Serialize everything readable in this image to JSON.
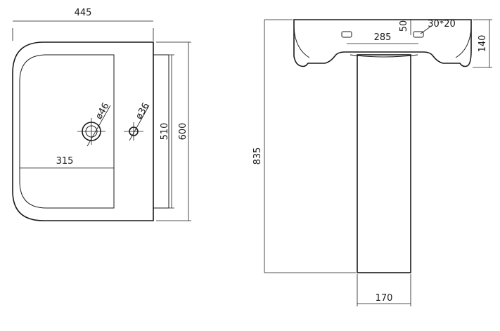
{
  "top_view": {
    "width_label": "445",
    "inner_width_label": "315",
    "inner_height_label": "510",
    "outer_height_label": "600",
    "drain_label": "ø46",
    "tap_hole_label": "ø36"
  },
  "side_view": {
    "total_height_label": "835",
    "basin_height_label": "140",
    "tap_spacing_label": "285",
    "tap_offset_label": "50",
    "overflow_label": "30*20",
    "pedestal_width_label": "170"
  }
}
